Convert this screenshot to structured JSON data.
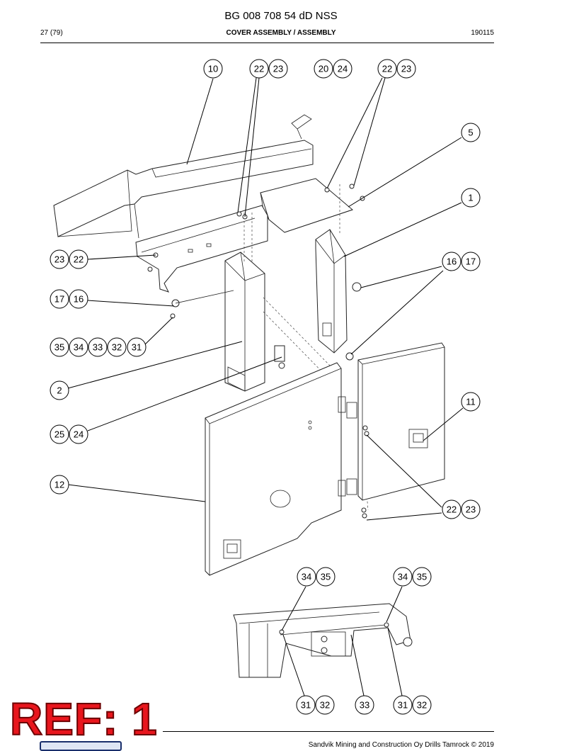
{
  "header": {
    "doc_number": "BG 008 708 54 dD NSS",
    "page": "27 (79)",
    "title": "COVER ASSEMBLY / ASSEMBLY",
    "date_code": "190115"
  },
  "stamp": {
    "text": "REF: 1",
    "color": "#e8161d"
  },
  "footer": {
    "copyright": "Sandvik Mining and Construction Oy Drills Tamrock © 2019"
  },
  "balloons": {
    "b10": "10",
    "b22a": "22",
    "b23a": "23",
    "b20": "20",
    "b24a": "24",
    "b22b": "22",
    "b23b": "23",
    "b5": "5",
    "b1": "1",
    "b23c": "23",
    "b22c": "22",
    "b16a": "16",
    "b17a": "17",
    "b17b": "17",
    "b16b": "16",
    "b35a": "35",
    "b34a": "34",
    "b33a": "33",
    "b32a": "32",
    "b31a": "31",
    "b2": "2",
    "b11": "11",
    "b25": "25",
    "b24b": "24",
    "b12": "12",
    "b22d": "22",
    "b23d": "23",
    "b34b": "34",
    "b35b": "35",
    "b34c": "34",
    "b35c": "35",
    "b31b": "31",
    "b32b": "32",
    "b33b": "33",
    "b31c": "31",
    "b32c": "32"
  }
}
